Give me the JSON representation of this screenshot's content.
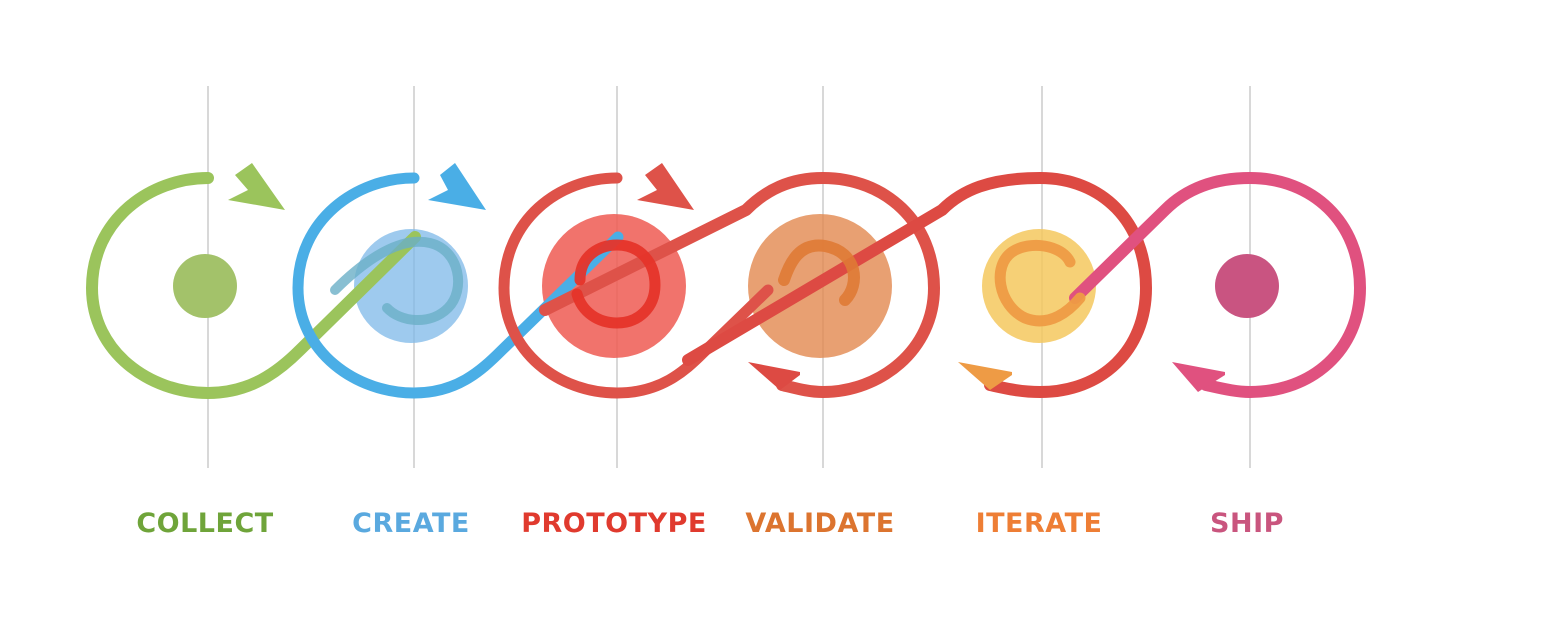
{
  "diagram": {
    "stages": [
      {
        "id": "collect",
        "label": "COLLECT",
        "color": "#6FA43A",
        "accent": "#9BC45C",
        "dot": "#A3C26A"
      },
      {
        "id": "create",
        "label": "CREATE",
        "color": "#5AA9DF",
        "accent": "#4AAEE6",
        "dot": "#7DB8E8"
      },
      {
        "id": "prototype",
        "label": "PROTOTYPE",
        "color": "#E03A2E",
        "accent": "#DE5249",
        "dot": "#EF5B52"
      },
      {
        "id": "validate",
        "label": "VALIDATE",
        "color": "#DC742F",
        "accent": "#DD4A43",
        "dot": "#E2884F"
      },
      {
        "id": "iterate",
        "label": "ITERATE",
        "color": "#EE7E35",
        "accent": "#EE9B45",
        "dot": "#F5C85E"
      },
      {
        "id": "ship",
        "label": "SHIP",
        "color": "#C9557E",
        "accent": "#E0517F",
        "dot": "#C95481"
      }
    ]
  }
}
